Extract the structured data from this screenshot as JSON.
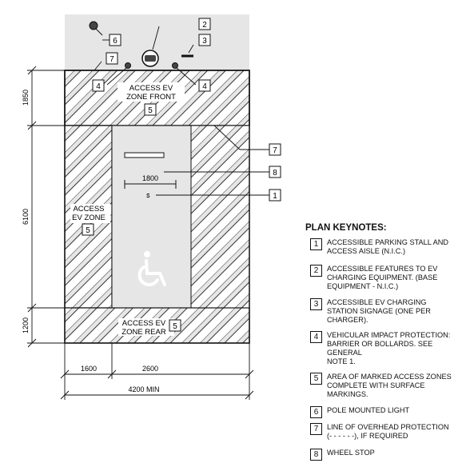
{
  "plan": {
    "zone_front_label": [
      "ACCESS EV",
      "ZONE FRONT"
    ],
    "zone_left_label": [
      "ACCESS",
      "EV ZONE"
    ],
    "zone_rear_label": [
      "ACCESS EV",
      "ZONE REAR"
    ],
    "dimensions": {
      "wheel_stop_width": "1800",
      "left_1850": "1850",
      "left_6100": "6100",
      "left_1200": "1200",
      "bottom_1600": "1600",
      "bottom_2600": "2600",
      "bottom_total": "4200 MIN"
    },
    "callouts": [
      "1",
      "2",
      "3",
      "4",
      "4",
      "5",
      "5",
      "5",
      "6",
      "7",
      "7",
      "8"
    ]
  },
  "keynotes": {
    "title": "PLAN KEYNOTES:",
    "items": [
      {
        "num": "1",
        "lines": [
          "ACCESSIBLE PARKING STALL AND",
          "ACCESS AISLE (N.I.C.)"
        ]
      },
      {
        "num": "2",
        "lines": [
          "ACCESSIBLE FEATURES TO EV",
          "CHARGING EQUIPMENT. (BASE",
          "EQUIPMENT - N.I.C.)"
        ]
      },
      {
        "num": "3",
        "lines": [
          "ACCESSIBLE EV CHARGING",
          "STATION SIGNAGE (ONE PER",
          "CHARGER)."
        ]
      },
      {
        "num": "4",
        "lines": [
          "VEHICULAR IMPACT PROTECTION:",
          "BARRIER OR BOLLARDS. SEE",
          "GENERAL",
          "NOTE 1."
        ]
      },
      {
        "num": "5",
        "lines": [
          "AREA OF MARKED ACCESS ZONES",
          "COMPLETE WITH SURFACE",
          "MARKINGS."
        ]
      },
      {
        "num": "6",
        "lines": [
          "POLE MOUNTED LIGHT"
        ]
      },
      {
        "num": "7",
        "lines": [
          "LINE OF OVERHEAD PROTECTION",
          "(- - - - - -), IF REQUIRED"
        ]
      },
      {
        "num": "8",
        "lines": [
          "WHEEL STOP"
        ]
      }
    ]
  },
  "colors": {
    "paving": "#e6e6e6",
    "line": "#111111",
    "hatch": "#333333"
  }
}
